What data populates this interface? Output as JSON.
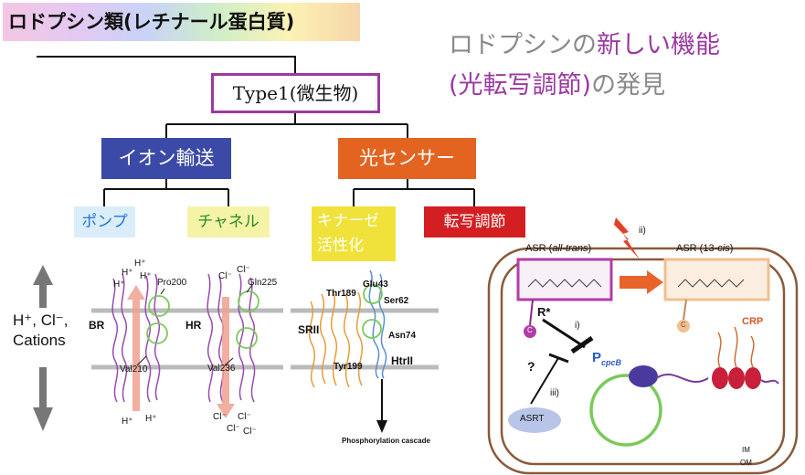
{
  "header": {
    "banner_title": "ロドプシン類(レチナール蛋白質)",
    "headline_line1_prefix": "ロドプシンの",
    "headline_line1_highlight": "新しい機能",
    "headline_line2_highlight": "(光転写調節)",
    "headline_line2_suffix": "の発見"
  },
  "tree": {
    "type1": "Type1(微生物)",
    "ion_transport": "イオン輸送",
    "light_sensor": "光センサー",
    "pump": "ポンプ",
    "channel": "チャネル",
    "kinase_line1": "キナーゼ",
    "kinase_line2": "活性化",
    "transcription": "転写調節"
  },
  "ion_panel": {
    "ions_line1": "H⁺, Cl⁻,",
    "ions_line2": "Cations",
    "br": "BR",
    "hr": "HR",
    "pro200": "Pro200",
    "val210": "Val210",
    "gln225": "Gln225",
    "val236": "Val236",
    "h_plus": "H⁺",
    "cl_minus": "Cl⁻"
  },
  "sensor_panel": {
    "thr189": "Thr189",
    "glu43": "Glu43",
    "ser62": "Ser62",
    "srii": "SRII",
    "asn74": "Asn74",
    "tyr199": "Tyr199",
    "htrii": "HtrII",
    "cascade": "Phosphorylation cascade"
  },
  "asr_panel": {
    "asr_all_trans_prefix": "ASR (",
    "asr_all_trans_italic": "all-trans",
    "asr_13cis_prefix": "ASR (13-",
    "asr_13cis_italic": "cis",
    "paren_close": ")",
    "light_label": "ii)",
    "r_star": "R*",
    "label_i": "i)",
    "label_iii": "iii)",
    "question": "?",
    "p_letter": "P",
    "p_sub": "cpcB",
    "c_letter": "C",
    "crp": "CRP",
    "asrt": "ASRT",
    "im": "IM",
    "om": "OM"
  },
  "colors": {
    "purple_frame": "#9b3aa0",
    "ion_box": "#3a4aa6",
    "sensor_box": "#e36420",
    "transcription_box": "#d41f22",
    "kinase_box": "#f0e23a",
    "membrane_brown": "#8a5a3a"
  }
}
